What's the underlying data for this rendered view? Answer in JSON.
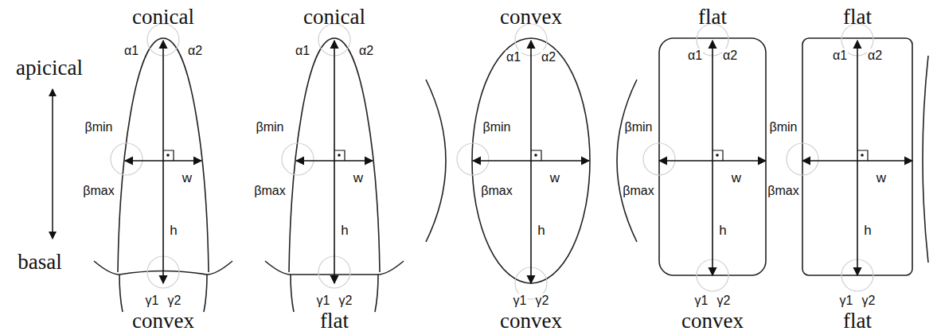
{
  "diagram": {
    "labels": [
      "apicical",
      "basal",
      "conical",
      "α1",
      "α2",
      "βmin",
      "βmax",
      "w",
      "h",
      "γ1",
      "γ2",
      "convex",
      "conical",
      "α1",
      "α2",
      "βmin",
      "βmax",
      "w",
      "h",
      "γ1",
      "γ2",
      "flat",
      "convex",
      "α1",
      "α2",
      "βmin",
      "βmax",
      "w",
      "h",
      "γ1",
      "γ2",
      "convex",
      "flat",
      "α1",
      "α2",
      "βmin",
      "βmax",
      "w",
      "h",
      "γ1",
      "γ2",
      "convex",
      "flat",
      "α1",
      "α2",
      "βmin",
      "βmax",
      "w",
      "h",
      "γ1",
      "γ2",
      "flat"
    ]
  }
}
